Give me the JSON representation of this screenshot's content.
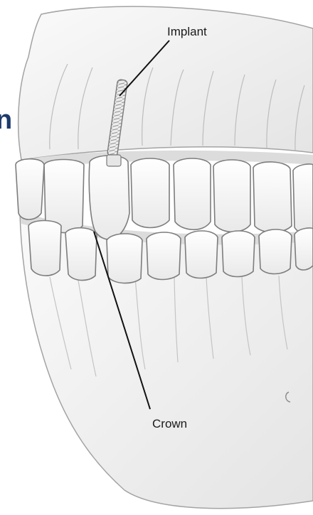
{
  "labels": {
    "implant": "Implant",
    "crown": "Crown"
  },
  "edge_text": "n",
  "colors": {
    "bone": "#f3f3f3",
    "bone_outline": "#9a9a9a",
    "tooth": "#fbfbfb",
    "tooth_outline": "#7d7d7d",
    "gum_shadow": "#d9d9d9",
    "leader_line": "#111111",
    "edge_text": "#1d3a6b"
  }
}
